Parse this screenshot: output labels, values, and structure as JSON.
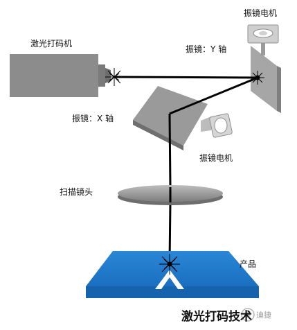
{
  "labels": {
    "laser": "激光打码机",
    "motor_top": "振镜电机",
    "mirror_y": "振镜：Y 轴",
    "mirror_x": "振镜：X 轴",
    "motor_mid": "振镜电机",
    "scan_lens": "扫描镜头",
    "product": "产品"
  },
  "footer": {
    "title": "激光打码技术",
    "watermark": "迪捷"
  },
  "colors": {
    "body_gray": "#8c8c8c",
    "mirror_gray": "#9a9a9a",
    "product_blue": "#1a75c9",
    "beam": "#000000"
  },
  "icons": {
    "laser": "laser-machine-icon",
    "mirror_y": "mirror-y-icon",
    "mirror_x": "mirror-x-icon",
    "lens": "scan-lens-icon",
    "product": "product-plate-icon"
  }
}
